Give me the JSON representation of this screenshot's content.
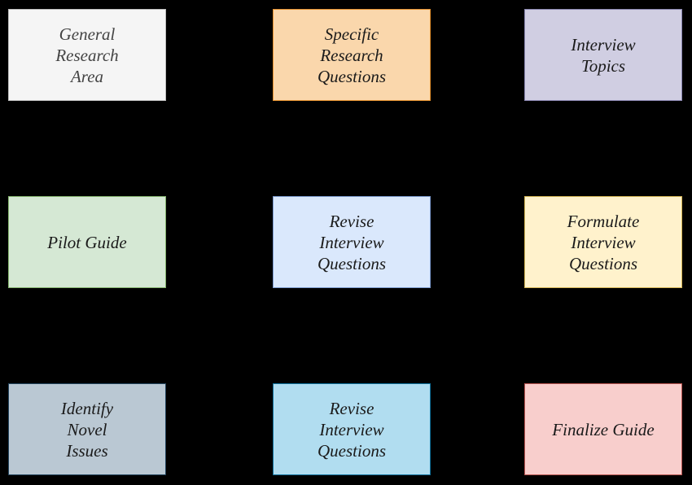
{
  "diagram": {
    "background": "#000000",
    "nodes": [
      {
        "id": "general-research-area",
        "lines": [
          "General",
          "Research",
          "Area"
        ],
        "fill": "#f5f5f5",
        "border": "#bdbdbd",
        "text_color": "#444444"
      },
      {
        "id": "specific-research-questions",
        "lines": [
          "Specific",
          "Research",
          "Questions"
        ],
        "fill": "#fad7ac",
        "border": "#e6922f",
        "text_color": "#1a1a1a"
      },
      {
        "id": "interview-topics",
        "lines": [
          "Interview",
          "Topics"
        ],
        "fill": "#d0cee2",
        "border": "#8a86b0",
        "text_color": "#1a1a1a"
      },
      {
        "id": "pilot-guide",
        "lines": [
          "Pilot Guide"
        ],
        "fill": "#d5e8d4",
        "border": "#86b56f",
        "text_color": "#1a1a1a"
      },
      {
        "id": "revise-interview-questions-1",
        "lines": [
          "Revise",
          "Interview",
          "Questions"
        ],
        "fill": "#dae8fc",
        "border": "#7e9cd0",
        "text_color": "#1a1a1a"
      },
      {
        "id": "formulate-interview-questions",
        "lines": [
          "Formulate",
          "Interview",
          "Questions"
        ],
        "fill": "#fff2cc",
        "border": "#d6b656",
        "text_color": "#1a1a1a"
      },
      {
        "id": "identify-novel-issues",
        "lines": [
          "Identify",
          "Novel",
          "Issues"
        ],
        "fill": "#bac8d3",
        "border": "#23445d",
        "text_color": "#1a1a1a"
      },
      {
        "id": "revise-interview-questions-2",
        "lines": [
          "Revise",
          "Interview",
          "Questions"
        ],
        "fill": "#b1ddf0",
        "border": "#10739e",
        "text_color": "#1a1a1a"
      },
      {
        "id": "finalize-guide",
        "lines": [
          "Finalize Guide"
        ],
        "fill": "#f8cecc",
        "border": "#b85450",
        "text_color": "#1a1a1a"
      }
    ]
  }
}
